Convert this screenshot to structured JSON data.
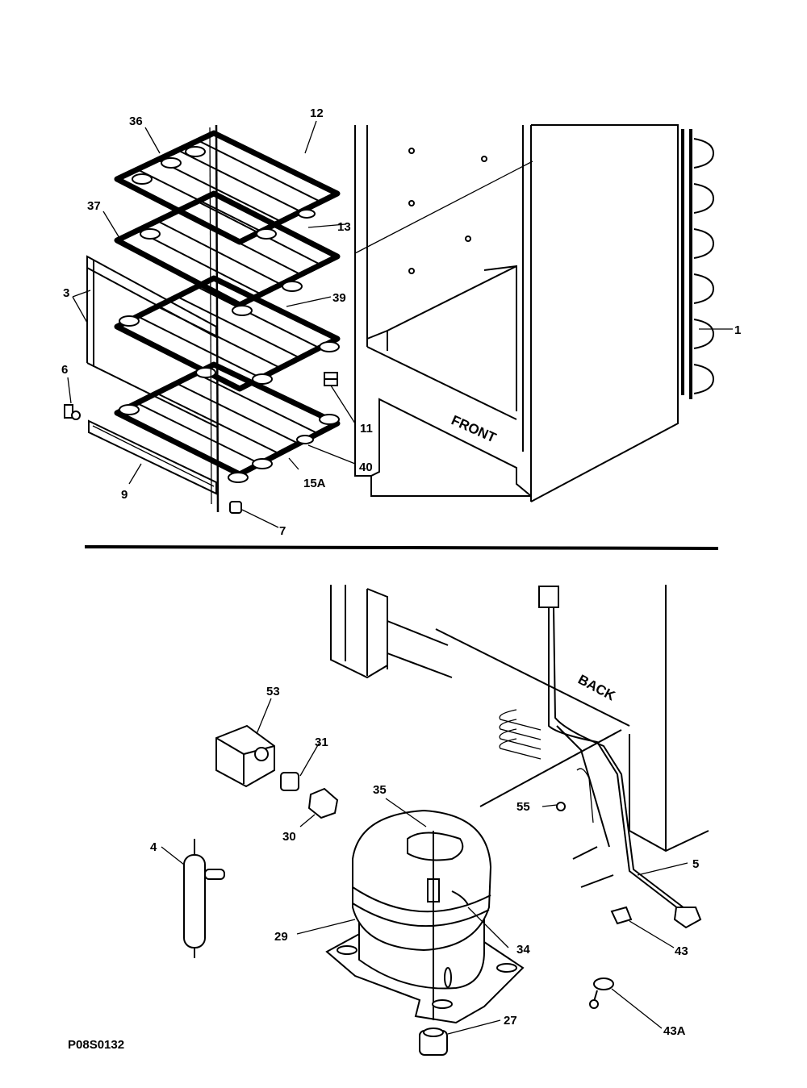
{
  "callouts": {
    "c36": "36",
    "c12": "12",
    "c37": "37",
    "c13": "13",
    "c3": "3",
    "c39": "39",
    "c1": "1",
    "c6": "6",
    "c11": "11",
    "c40": "40",
    "c15a": "15A",
    "c9": "9",
    "c7": "7",
    "c53": "53",
    "c31": "31",
    "c35": "35",
    "c55": "55",
    "c30": "30",
    "c4": "4",
    "c5": "5",
    "c29": "29",
    "c34": "34",
    "c43": "43",
    "c27": "27",
    "c43a": "43A"
  },
  "cabinet_front_label": "FRONT",
  "cabinet_back_label": "BACK",
  "diagram_code": "P08S0132"
}
